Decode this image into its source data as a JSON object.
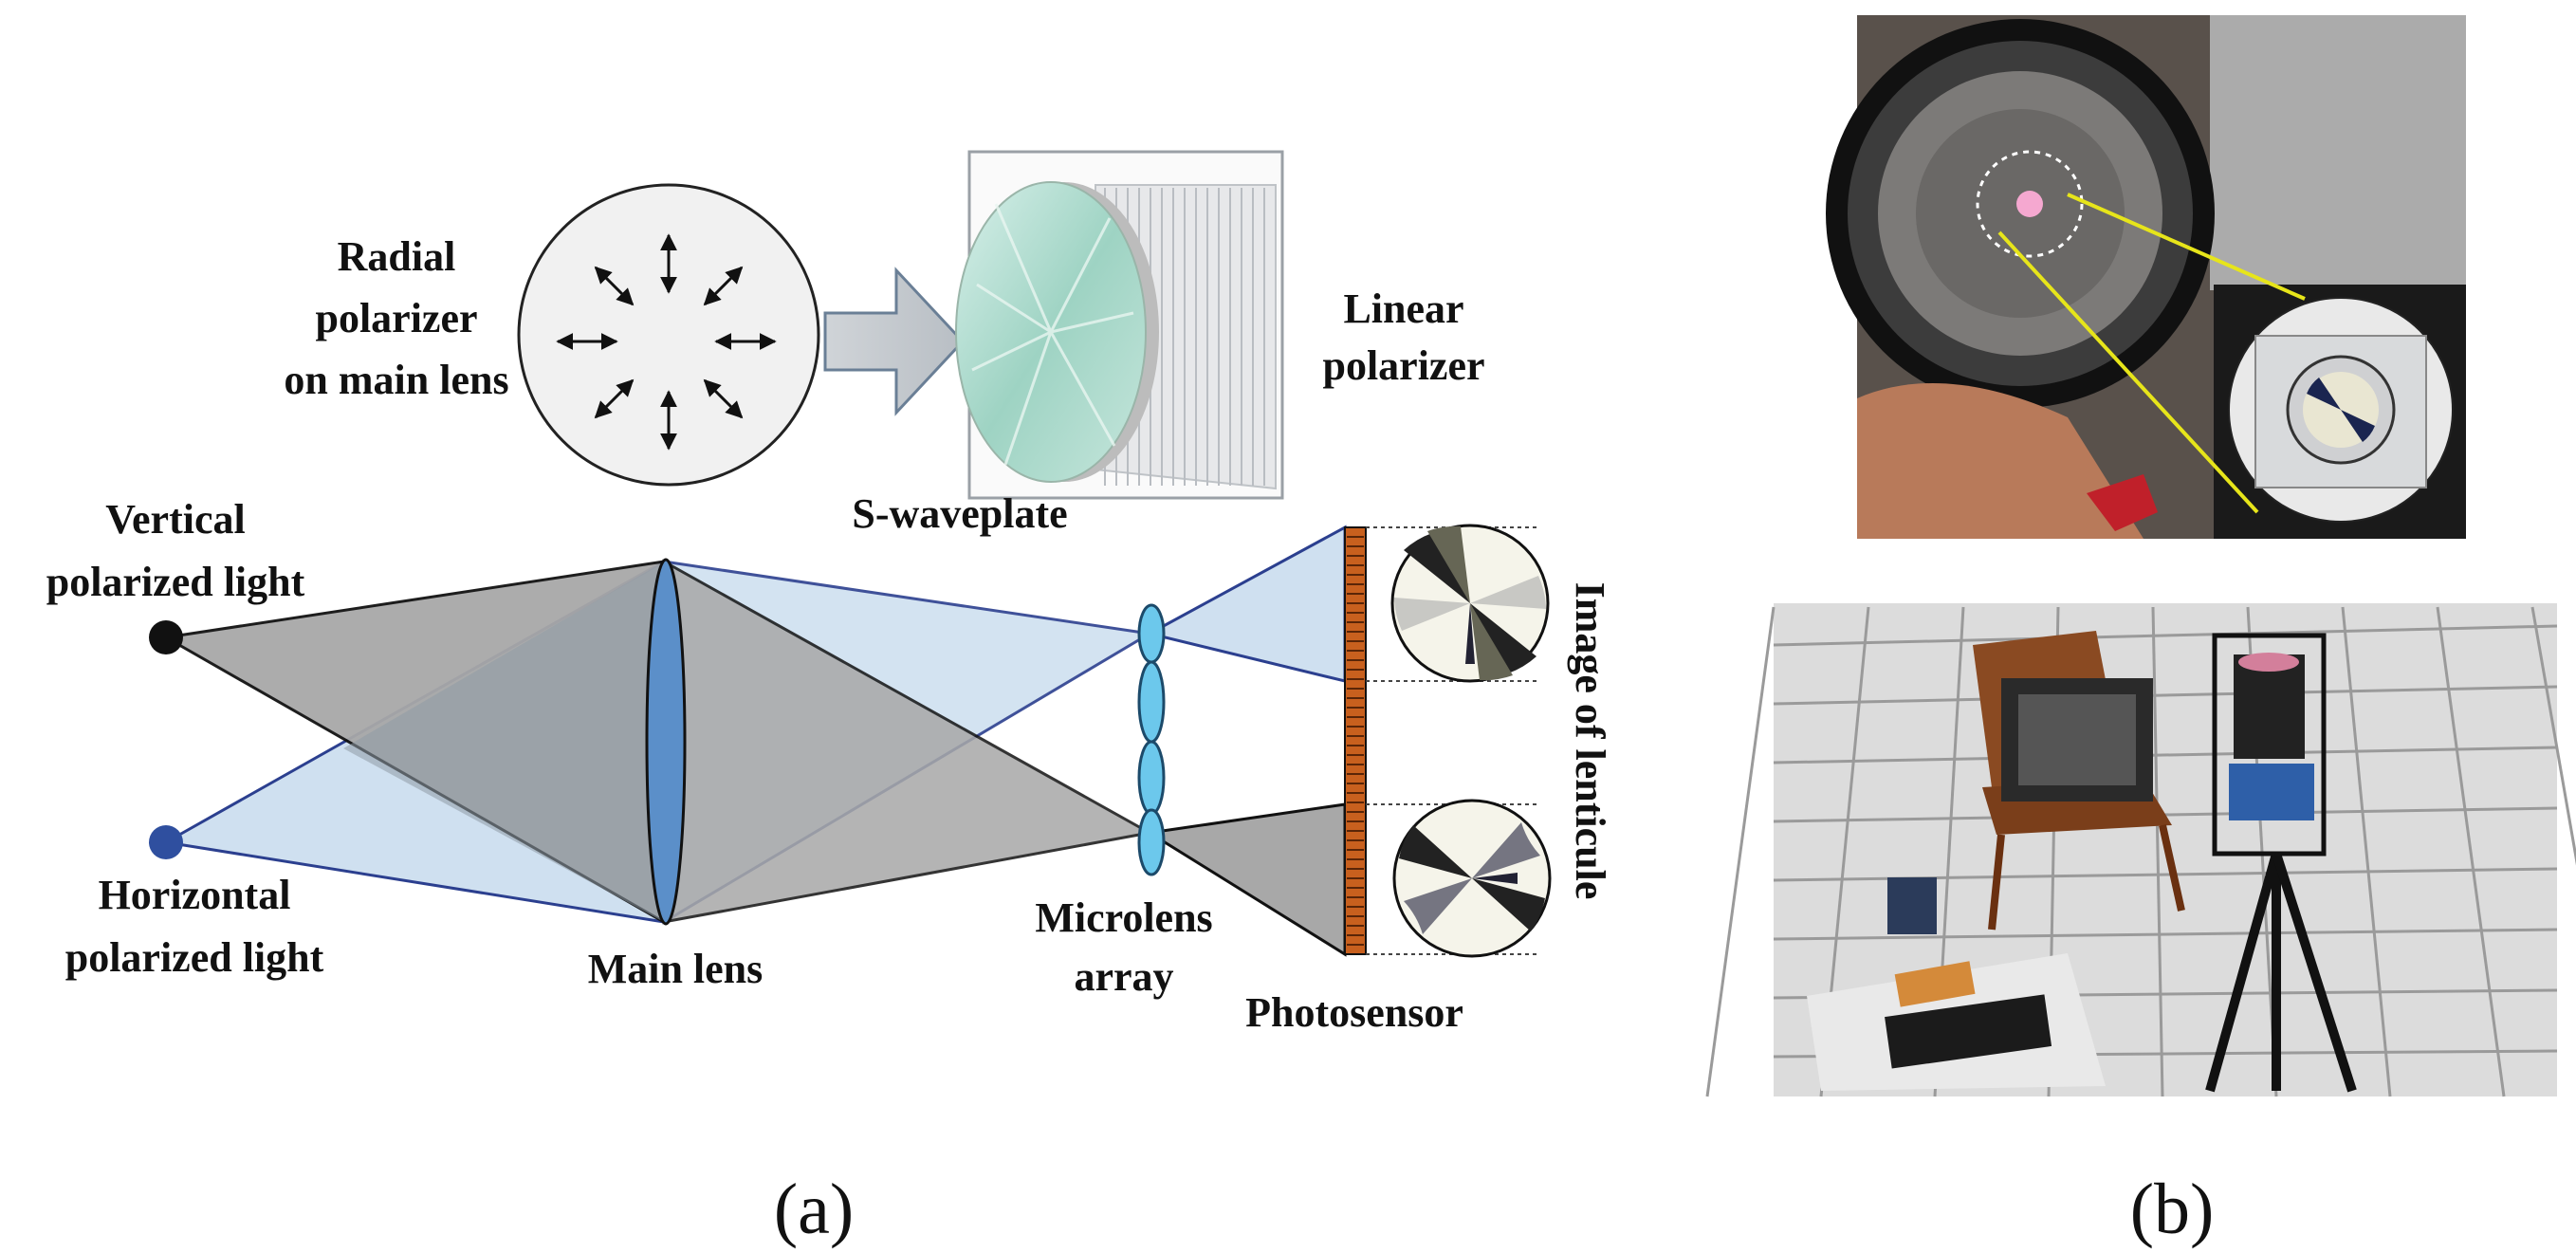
{
  "labels": {
    "radial_polarizer": [
      "Radial",
      "polarizer",
      "on main lens"
    ],
    "linear_polarizer": [
      "Linear",
      "polarizer"
    ],
    "s_waveplate": "S-waveplate",
    "vertical_light": [
      "Vertical",
      "polarized light"
    ],
    "horizontal_light": [
      "Horizontal",
      "polarized light"
    ],
    "main_lens": "Main lens",
    "microlens_array": [
      "Microlens",
      "array"
    ],
    "photosensor": "Photosensor",
    "image_of_lenticule": "Image of lenticule"
  },
  "captions": {
    "a": "(a)",
    "b": "(b)"
  },
  "colors": {
    "light_blue_beam": "#cfe0f0",
    "gray_beam": "#a8a8a8",
    "blue_line": "#2b3f8f",
    "lens_blue": "#5b8fc9",
    "microlens_cyan": "#6cc8ec",
    "photosensor_orange": "#c8601e",
    "vertical_source": "#111111",
    "horizontal_source": "#2f4f9f"
  }
}
